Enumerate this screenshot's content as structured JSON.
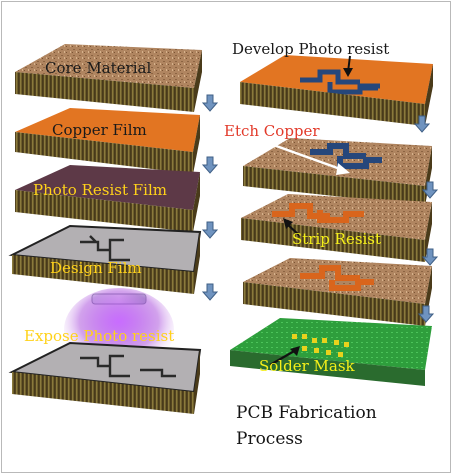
{
  "labels": {
    "core_material": "Core Material",
    "copper_film": "Copper Film",
    "photo_resist_film": "Photo Resist Film",
    "design_film": "Design Film",
    "expose_photo_resist": "Expose Photo resist",
    "develop_photo_resist": "Develop Photo resist",
    "etch_copper": "Etch Copper",
    "strip_resist": "Strip Resist",
    "solder_mask": "Solder Mask"
  },
  "caption": {
    "line1": "PCB Fabrication",
    "line2": "Process"
  },
  "colors": {
    "core_top": "#b58a62",
    "copper": "#e27522",
    "resist_film": "#5d3947",
    "design_film": "#b3b0b3",
    "trace_blue": "#26477b",
    "solder_green": "#2e9e3c",
    "arrow": "#6f93bf",
    "wood_side": "#5a4a22",
    "uv_glow": "#9b30d6"
  },
  "icons": [
    "down-arrow-icon"
  ]
}
